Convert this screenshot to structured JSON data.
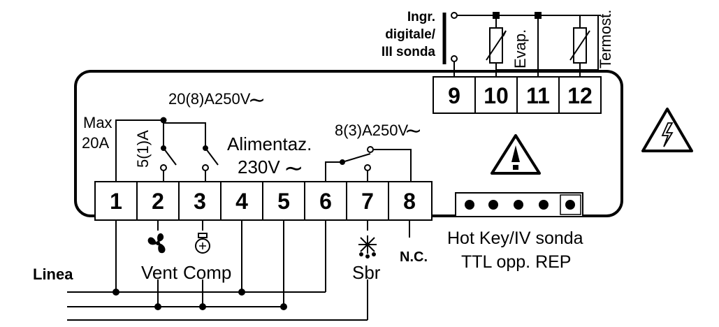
{
  "terminals_bottom": [
    "1",
    "2",
    "3",
    "4",
    "5",
    "6",
    "7",
    "8"
  ],
  "terminals_top": [
    "9",
    "10",
    "11",
    "12"
  ],
  "labels": {
    "max_line1": "Max",
    "max_line2": "20A",
    "relay_rating_main": "20(8)A250V",
    "relay_rating_fan": "5(1)A",
    "power_line1": "Alimentaz.",
    "power_line2": "230V",
    "relay_rating_defrost": "8(3)A250V",
    "digital_input_line1": "Ingr.",
    "digital_input_line2": "digitale/",
    "digital_input_line3": "III sonda",
    "probe_evap": "Evap.",
    "probe_thermostat": "Termost.",
    "hotkey_line1": "Hot Key/IV sonda",
    "hotkey_line2": "TTL opp. REP",
    "line": "Linea",
    "fan": "Vent",
    "compressor": "Comp",
    "defrost": "Sbr",
    "not_connected": "N.C.",
    "ac_symbol": "∼"
  },
  "icons": {
    "fan": "fan-icon",
    "compressor": "compressor-icon",
    "defrost": "defrost-snowflake-icon",
    "warning": "warning-exclamation-icon",
    "electric_hazard": "electric-hazard-icon"
  }
}
